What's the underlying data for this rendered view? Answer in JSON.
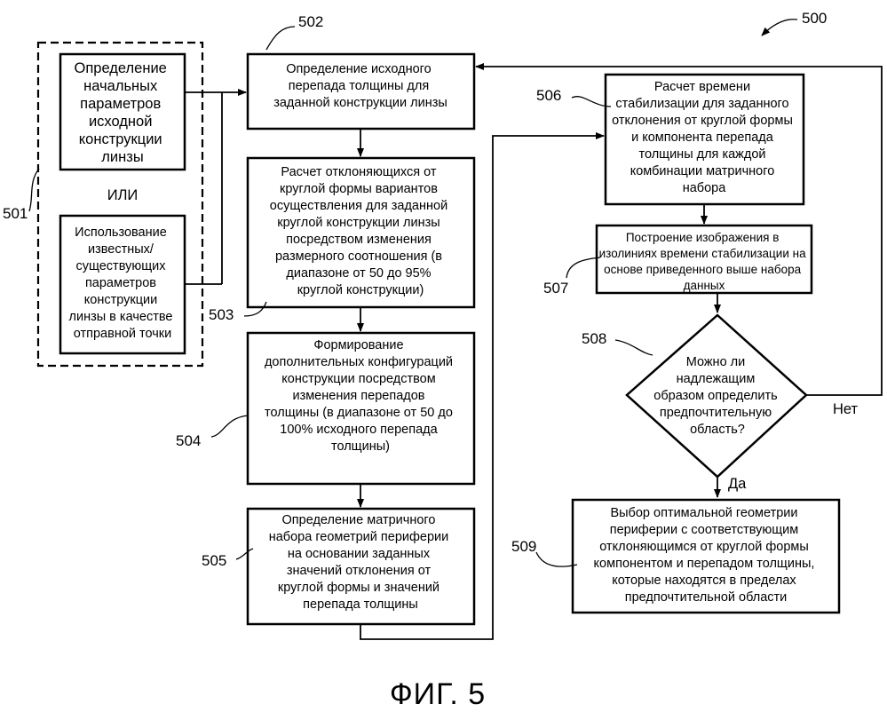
{
  "diagram": {
    "ref_main": "500",
    "ref_501": "501",
    "ref_502": "502",
    "ref_503": "503",
    "ref_504": "504",
    "ref_505": "505",
    "ref_506": "506",
    "ref_507": "507",
    "ref_508": "508",
    "ref_509": "509",
    "box_define_params": [
      "Определение",
      "начальных",
      "параметров",
      "исходной",
      "конструкции",
      "линзы"
    ],
    "or_label": "ИЛИ",
    "box_use_known": [
      "Использование",
      "известных/",
      "существующих",
      "параметров",
      "конструкции",
      "линзы в качестве",
      "отправной точки"
    ],
    "box_502": [
      "Определение исходного",
      "перепада толщины для",
      "заданной конструкции линзы"
    ],
    "box_503": [
      "Расчет отклоняющихся от",
      "круглой формы вариантов",
      "осуществления для заданной",
      "круглой конструкции линзы",
      "посредством изменения",
      "размерного соотношения (в",
      "диапазоне от 50 до 95%",
      "круглой конструкции)"
    ],
    "box_504": [
      "Формирование",
      "дополнительных конфигураций",
      "конструкции посредством",
      "изменения перепадов",
      "толщины (в диапазоне от 50 до",
      "100% исходного перепада",
      "толщины)"
    ],
    "box_505": [
      "Определение матричного",
      "набора геометрий периферии",
      "на основании заданных",
      "значений отклонения от",
      "круглой формы и значений",
      "перепада толщины"
    ],
    "box_506": [
      "Расчет времени",
      "стабилизации для заданного",
      "отклонения от круглой формы",
      "и компонента перепада",
      "толщины для каждой",
      "комбинации матричного",
      "набора"
    ],
    "box_507": [
      "Построение изображения в",
      "изолиниях времени стабилизации на",
      "основе приведенного выше набора",
      "данных"
    ],
    "decision_508": [
      "Можно ли",
      "надлежащим",
      "образом определить",
      "предпочтительную",
      "область?"
    ],
    "no_label": "Нет",
    "yes_label": "Да",
    "box_509": [
      "Выбор оптимальной геометрии",
      "периферии с соответствующим",
      "отклоняющимся от круглой формы",
      "компонентом и перепадом толщины,",
      "которые находятся в пределах",
      "предпочтительной области"
    ],
    "figure_caption": "ФИГ. 5"
  }
}
